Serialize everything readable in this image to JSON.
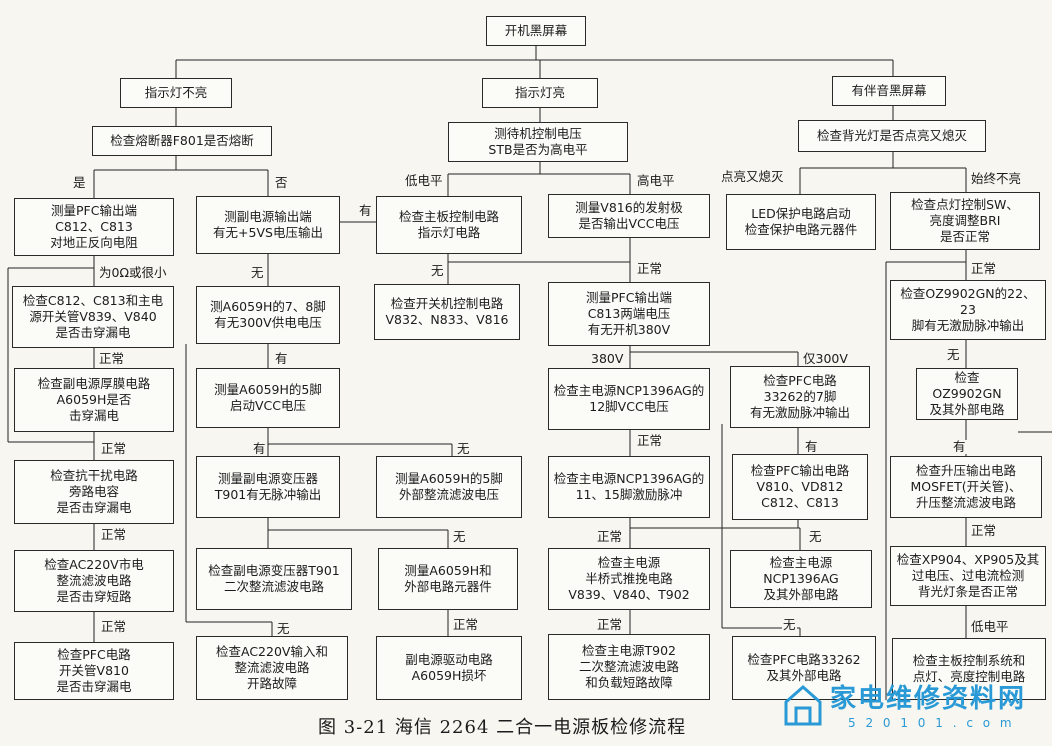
{
  "nodes": {
    "start": "开机黑屏幕",
    "n_ind_off": "指示灯不亮",
    "n_ind_on": "指示灯亮",
    "n_sound": "有伴音黑屏幕",
    "n_fuse": "检查熔断器F801是否熔断",
    "n_stb": "测待机控制电压\nSTB是否为高电平",
    "n_backlight": "检查背光灯是否点亮又熄灭",
    "n_pfc_out": "测量PFC输出端\nC812、C813\n对地正反向电阻",
    "n_sub_out": "测副电源输出端\n有无+5VS电压输出",
    "n_main_ind": "检查主板控制电路\n指示灯电路",
    "n_v816": "测量V816的发射极\n是否输出VCC电压",
    "n_led_prot": "LED保护电路启动\n检查保护电路元器件",
    "n_sw_bri": "检查点灯控制SW、\n亮度调整BRI\n是否正常",
    "n_c812_chk": "检查C812、C813和主电\n源开关管V839、V840\n是否击穿漏电",
    "n_a6059_78": "测A6059H的7、8脚\n有无300V供电电压",
    "n_sw_ctrl": "检查开关机控制电路\nV832、N833、V816",
    "n_pfc_380": "测量PFC输出端\nC813两端电压\n有无开机380V",
    "n_oz_2223": "检查OZ9902GN的22、23\n脚有无激励脉冲输出",
    "n_thick": "检查副电源厚膜电路\nA6059H是否\n击穿漏电",
    "n_a6059_5": "测量A6059H的5脚\n启动VCC电压",
    "n_ncp12": "检查主电源NCP1396AG的\n12脚VCC电压",
    "n_pfc33262_7": "检查PFC电路\n33262的7脚\n有无激励脉冲输出",
    "n_oz_ext": "检查OZ9902GN\n及其外部电路",
    "n_anti": "检查抗干扰电路\n旁路电容\n是否击穿漏电",
    "n_t901_pulse": "测量副电源变压器\nT901有无脉冲输出",
    "n_a6059_5ext": "测量A6059H的5脚\n外部整流滤波电压",
    "n_ncp1115": "检查主电源NCP1396AG的\n11、15脚激励脉冲",
    "n_pfc_v810": "检查PFC输出电路\nV810、VD812\nC812、C813",
    "n_boost": "检查升压输出电路\nMOSFET(开关管)、\n升压整流滤波电路",
    "n_ac_bridge": "检查AC220V市电\n整流滤波电路\n是否击穿短路",
    "n_t901_rect": "检查副电源变压器T901\n二次整流滤波电路",
    "n_a6059_ext": "测量A6059H和\n外部电路元器件",
    "n_halfbridge": "检查主电源\n半桥式推挽电路\nV839、V840、T902",
    "n_ncp_ext": "检查主电源NCP1396AG\n及其外部电路",
    "n_xp904": "检查XP904、XP905及其\n过电压、过电流检测\n背光灯条是否正常",
    "n_pfc_v810_sw": "检查PFC电路\n开关管V810\n是否击穿漏电",
    "n_ac_input": "检查AC220V输入和\n整流滤波电路\n开路故障",
    "n_sub_drive": "副电源驱动电路\nA6059H损坏",
    "n_t902_rect": "检查主电源T902\n二次整流滤波电路\n和负载短路故障",
    "n_pfc33262_ext": "检查PFC电路33262\n及其外部电路",
    "n_main_sys": "检查主板控制系统和\n点灯、亮度控制电路"
  },
  "labels": {
    "shi": "是",
    "fou": "否",
    "you1": "有",
    "di": "低电平",
    "gao": "高电平",
    "dianliang": "点亮又熄灭",
    "shizhong": "始终不亮",
    "zero_ohm": "为0Ω或很小",
    "wu1": "无",
    "zhengchang1": "正常",
    "zhengchang2": "正常",
    "wu2": "无",
    "zhengchang3": "正常",
    "you2": "有",
    "v380": "380V",
    "only300": "仅300V",
    "wu3": "无",
    "zhengchang4": "正常",
    "you3": "有",
    "wu4": "无",
    "zhengchang5": "正常",
    "you4": "有",
    "you5": "有",
    "wu5": "无",
    "zhengchang6": "正常",
    "zhengchang7": "正常",
    "wu6": "无",
    "zhengchang8": "正常",
    "zhengchang9": "正常",
    "wu7": "无",
    "zhengchang10": "正常",
    "zhengchang11": "正常",
    "wu8": "无",
    "didianping2": "低电平"
  },
  "caption": "图 3-21  海信 2264 二合一电源板检修流程",
  "watermark": {
    "text": "家电维修资料网",
    "url": "5 2 0 1 0 1 . c o m",
    "color": "#2a9ad6"
  }
}
